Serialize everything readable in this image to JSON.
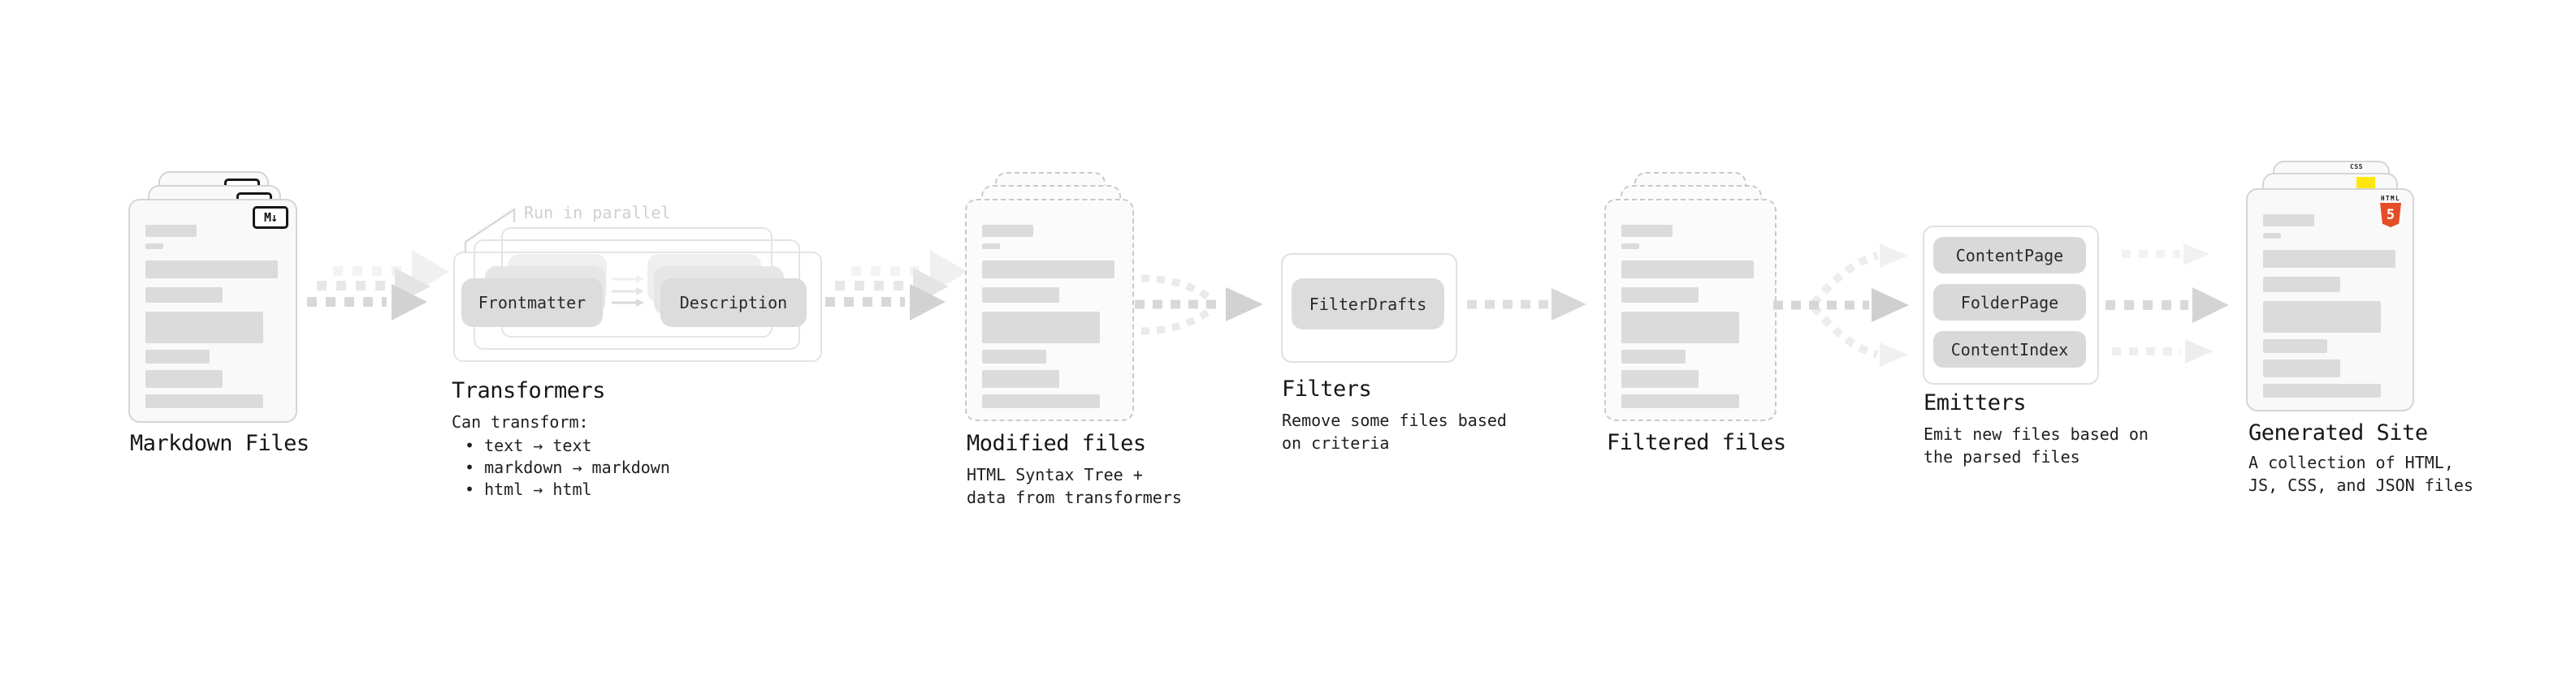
{
  "diagram": {
    "stages": [
      {
        "label": "Markdown Files"
      },
      {
        "label": "Transformers",
        "callout": "Run in parallel",
        "boxes": [
          "Frontmatter",
          "Description"
        ],
        "sublabel": "Can transform:",
        "bullets": [
          "text → text",
          "markdown → markdown",
          "html → html"
        ]
      },
      {
        "label": "Modified files",
        "sublabel": "HTML Syntax Tree +\ndata from transformers"
      },
      {
        "label": "Filters",
        "boxes": [
          "FilterDrafts"
        ],
        "sublabel": "Remove some files based\non criteria"
      },
      {
        "label": "Filtered files"
      },
      {
        "label": "Emitters",
        "boxes": [
          "ContentPage",
          "FolderPage",
          "ContentIndex"
        ],
        "sublabel": "Emit new files based on\nthe parsed files"
      },
      {
        "label": "Generated Site",
        "sublabel": "A collection of HTML,\nJS, CSS, and JSON files"
      }
    ],
    "badges": {
      "markdown": "M↓",
      "html_label": "HTML",
      "html_number": "5",
      "css_label": "CSS"
    },
    "colors": {
      "html5_orange": "#E44D26",
      "js_yellow": "#FFE70A",
      "css_blue": "#2965F1",
      "card_border": "#D5D5D5",
      "placeholder_gray": "#DBDBDB",
      "pill_gray": "#DCDCDC",
      "arrow_gray": "#D2D2D2",
      "faint_text": "#CFCFCF"
    }
  }
}
